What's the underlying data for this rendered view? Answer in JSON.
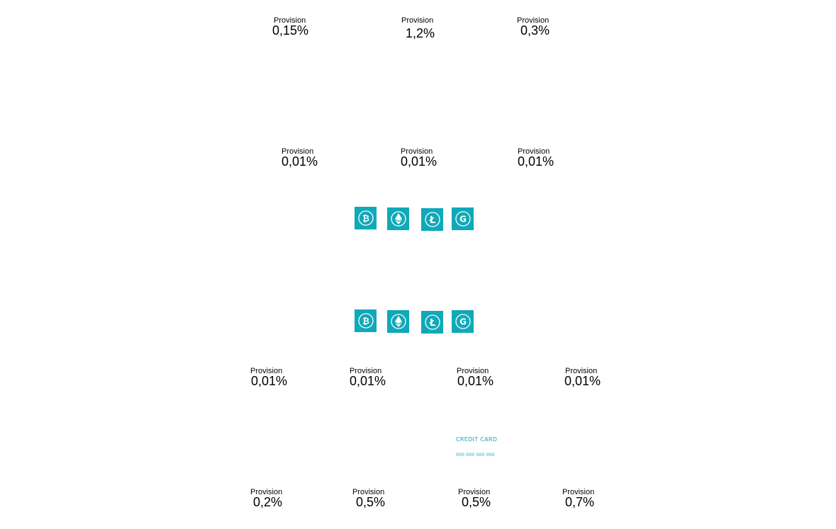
{
  "fees": [
    {
      "label": "Provision",
      "value": "0,15%"
    },
    {
      "label": "Provision",
      "value": "1,2%"
    },
    {
      "label": "Provision",
      "value": "0,3%"
    },
    {
      "label": "Provision",
      "value": "0,01%"
    },
    {
      "label": "Provision",
      "value": "0,01%"
    },
    {
      "label": "Provision",
      "value": "0,01%"
    },
    {
      "label": "Provision",
      "value": "0,01%"
    },
    {
      "label": "Provision",
      "value": "0,01%"
    },
    {
      "label": "Provision",
      "value": "0,01%"
    },
    {
      "label": "Provision",
      "value": "0,01%"
    },
    {
      "label": "Provision",
      "value": "0,2%"
    },
    {
      "label": "Provision",
      "value": "0,5%"
    },
    {
      "label": "Provision",
      "value": "0,5%"
    },
    {
      "label": "Provision",
      "value": "0,7%"
    }
  ],
  "icon_rows": [
    [
      "bitcoin-icon",
      "ethereum-icon",
      "litecoin-icon",
      "gamecredits-icon"
    ],
    [
      "bitcoin-icon",
      "ethereum-icon",
      "litecoin-icon",
      "gamecredits-icon"
    ]
  ],
  "credit_card": {
    "title": "CREDIT CARD",
    "number": "000 000 000 000"
  },
  "colors": {
    "accent": "#0fa9b8",
    "text": "#000000",
    "background": "#ffffff"
  }
}
